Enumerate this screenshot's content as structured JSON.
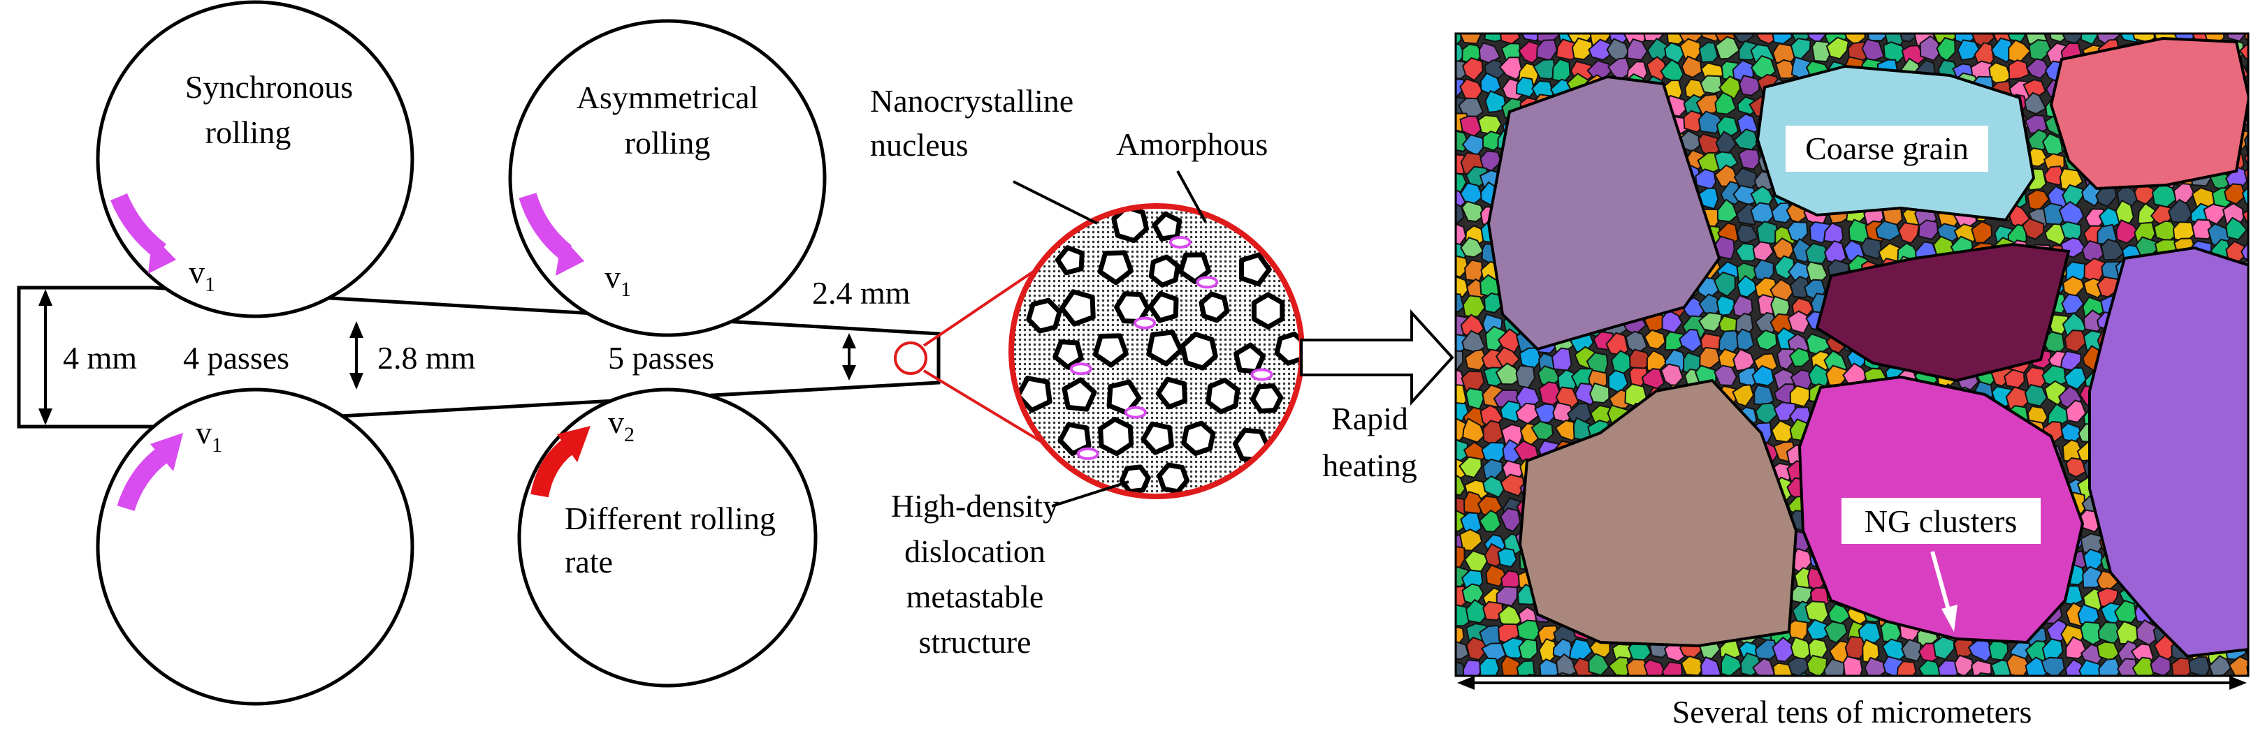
{
  "rolling": {
    "sync_title_line1": "Synchronous",
    "sync_title_line2": "rolling",
    "asym_title_line1": "Asymmetrical",
    "asym_title_line2": "rolling",
    "speed_sync_top": "v",
    "speed_sync_top_sub": "1",
    "speed_sync_bottom": "v",
    "speed_sync_bottom_sub": "1",
    "speed_asym_top": "v",
    "speed_asym_top_sub": "1",
    "speed_asym_bottom": "v",
    "speed_asym_bottom_sub": "2",
    "thickness_initial": "4 mm",
    "passes_first": "4 passes",
    "thickness_mid": "2.8 mm",
    "passes_second": "5 passes",
    "thickness_final": "2.4 mm",
    "rate_note_line1": "Different rolling",
    "rate_note_line2": "rate"
  },
  "microstructure": {
    "nucleus_line1": "Nanocrystalline",
    "nucleus_line2": "nucleus",
    "amorphous": "Amorphous",
    "dislocation_line1": "High-density",
    "dislocation_line2": "dislocation",
    "dislocation_line3": "metastable",
    "dislocation_line4": "structure"
  },
  "process": {
    "heating_line1": "Rapid",
    "heating_line2": "heating"
  },
  "grain_map": {
    "coarse_label": "Coarse grain",
    "ng_label": "NG clusters",
    "scale_label": "Several tens of micrometers"
  },
  "colors": {
    "sync_arrow": "#d94cf0",
    "asym_slow_arrow": "#e51515",
    "zoom_circle": "#e01b1b",
    "coarse_purple": "#9a7aa8",
    "coarse_blue": "#9dd8e6",
    "coarse_red": "#e86a7c",
    "coarse_dark": "#6e1648",
    "coarse_violet": "#9b63d6",
    "coarse_brown": "#a9877c",
    "coarse_magenta": "#d83fc1"
  }
}
